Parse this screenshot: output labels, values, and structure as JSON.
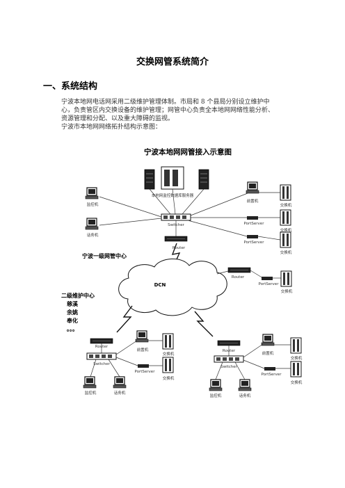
{
  "document": {
    "title": "交换网管系统简介",
    "section_heading": "一、系统结构",
    "paragraph_lines": [
      "宁波本地网电话网采用二级维护管理体制。市局和 8 个县局分别设立维护中",
      "心，负责管区内交换设备的维护管理；网管中心负责全本地网网络性能分析、",
      "资源管理和分配、以及重大障碍的监视。",
      "宁波市本地网网络拓扑结构示意图："
    ]
  },
  "diagram": {
    "title": "宁波本地网网管接入示意图",
    "labels": {
      "server_cluster": "本地网监控数据库服务器",
      "monitor": "监控机",
      "operator": "话务机",
      "frontend": "前置机",
      "exchange": "交换机",
      "switcher": "Switcher",
      "router": "Router",
      "port_server": "PortServer",
      "dcn": "DCN",
      "level1_center": "宁波一级网管中心",
      "level2_center": "二级维护中心",
      "level2_list": [
        "慈溪",
        "余姚",
        "奉化",
        "。。。"
      ]
    }
  }
}
